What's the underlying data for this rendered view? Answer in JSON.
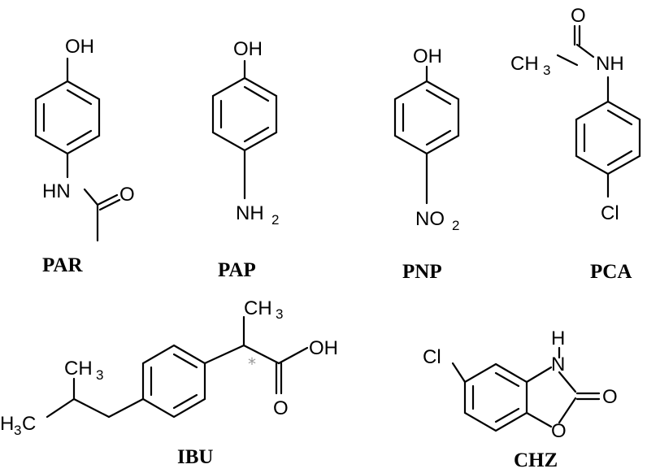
{
  "molecules": [
    {
      "id": "par",
      "name": "PAR",
      "labels": {
        "oh": "OH",
        "hn": "HN",
        "o": "O"
      }
    },
    {
      "id": "pap",
      "name": "PAP",
      "labels": {
        "oh": "OH",
        "nh": "NH",
        "sub": "2"
      }
    },
    {
      "id": "pnp",
      "name": "PNP",
      "labels": {
        "oh": "OH",
        "no": "NO",
        "sub": "2"
      }
    },
    {
      "id": "pca",
      "name": "PCA",
      "labels": {
        "o": "O",
        "ch": "CH",
        "sub": "3",
        "nh": "NH",
        "cl": "Cl"
      }
    },
    {
      "id": "ibu",
      "name": "IBU",
      "labels": {
        "ch_top": "CH",
        "sub_top": "3",
        "oh": "OH",
        "o": "O",
        "ch_left": "CH",
        "sub_left": "3",
        "h3c_h": "H",
        "h3c_sub": "3",
        "h3c_c": "C",
        "stereo": "*"
      }
    },
    {
      "id": "chz",
      "name": "CHZ",
      "labels": {
        "cl": "Cl",
        "h": "H",
        "n": "N",
        "o_ring": "O",
        "o": "O"
      }
    }
  ]
}
